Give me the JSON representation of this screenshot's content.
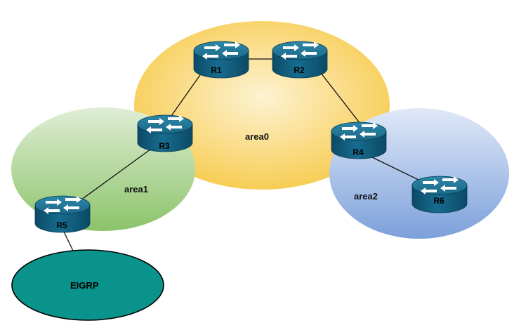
{
  "areas": [
    {
      "id": "area0",
      "label": "area0"
    },
    {
      "id": "area1",
      "label": "area1"
    },
    {
      "id": "area2",
      "label": "area2"
    }
  ],
  "routers": [
    {
      "id": "R1",
      "label": "R1"
    },
    {
      "id": "R2",
      "label": "R2"
    },
    {
      "id": "R3",
      "label": "R3"
    },
    {
      "id": "R4",
      "label": "R4"
    },
    {
      "id": "R5",
      "label": "R5"
    },
    {
      "id": "R6",
      "label": "R6"
    }
  ],
  "links": [
    [
      "R1",
      "R2"
    ],
    [
      "R1",
      "R3"
    ],
    [
      "R2",
      "R4"
    ],
    [
      "R3",
      "R5"
    ],
    [
      "R4",
      "R6"
    ],
    [
      "R5",
      "EIGRP"
    ]
  ],
  "eigrp": {
    "label": "EIGRP"
  },
  "colors": {
    "area0_light": "#fdf0c8",
    "area0_dark": "#f9cf5a",
    "area1_light": "#dcebd2",
    "area1_dark": "#8fc46c",
    "area2_light": "#dde7f7",
    "area2_dark": "#7fa2dc",
    "eigrp_fill": "#0a938a",
    "router_top": "#1f6d8c",
    "router_body": "#0d5574"
  }
}
